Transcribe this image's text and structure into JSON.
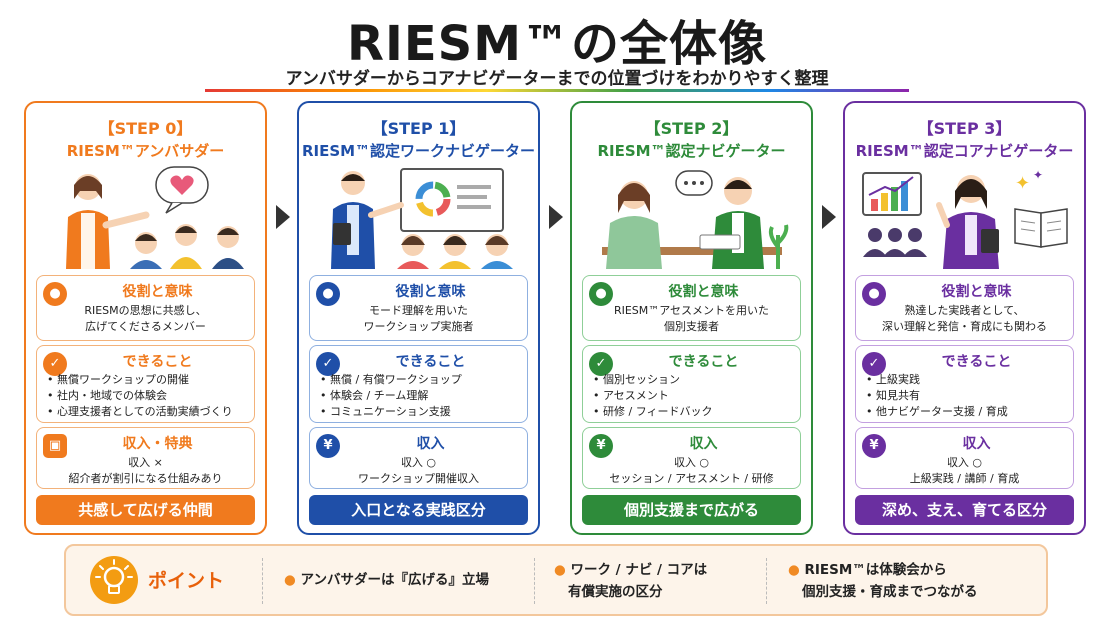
{
  "header": {
    "title": "RIESM™の全体像",
    "subtitle": "アンバサダーからコアナビゲーターまでの位置づけをわかりやすく整理"
  },
  "steps": [
    {
      "color": "#f07a1e",
      "step": "【STEP 0】",
      "role": "RIESM™アンバサダー",
      "role_heading": "役割と意味",
      "role_text": [
        "RIESMの思想に共感し、",
        "広げてくださるメンバー"
      ],
      "can_heading": "できること",
      "can_items": [
        "無償ワークショップの開催",
        "社内・地域での体験会",
        "心理支援者としての活動実績づくり"
      ],
      "income_heading": "収入・特典",
      "income_text": [
        "収入 ×",
        "紹介者が割引になる仕組みあり"
      ],
      "banner": "共感して広げる仲間"
    },
    {
      "color": "#1f4fa8",
      "step": "【STEP 1】",
      "role": "RIESM™認定ワークナビゲーター",
      "role_heading": "役割と意味",
      "role_text": [
        "モード理解を用いた",
        "ワークショップ実施者"
      ],
      "can_heading": "できること",
      "can_items": [
        "無償 / 有償ワークショップ",
        "体験会 / チーム理解",
        "コミュニケーション支援"
      ],
      "income_heading": "収入",
      "income_text": [
        "収入 ○",
        "ワークショップ開催収入"
      ],
      "banner": "入口となる実践区分"
    },
    {
      "color": "#2e8b3a",
      "step": "【STEP 2】",
      "role": "RIESM™認定ナビゲーター",
      "role_heading": "役割と意味",
      "role_text": [
        "RIESM™アセスメントを用いた",
        "個別支援者"
      ],
      "can_heading": "できること",
      "can_items": [
        "個別セッション",
        "アセスメント",
        "研修 / フィードバック"
      ],
      "income_heading": "収入",
      "income_text": [
        "収入 ○",
        "セッション / アセスメント / 研修"
      ],
      "banner": "個別支援まで広がる"
    },
    {
      "color": "#6a2fa0",
      "step": "【STEP 3】",
      "role": "RIESM™認定コアナビゲーター",
      "role_heading": "役割と意味",
      "role_text": [
        "熟達した実践者として、",
        "深い理解と発信・育成にも関わる"
      ],
      "can_heading": "できること",
      "can_items": [
        "上級実践",
        "知見共有",
        "他ナビゲーター支援 / 育成"
      ],
      "income_heading": "収入",
      "income_text": [
        "収入 ○",
        "上級実践 / 講師 / 育成"
      ],
      "banner": "深め、支え、育てる区分"
    }
  ],
  "point": {
    "label": "ポイント",
    "items": [
      [
        "アンバサダーは『広げる』立場"
      ],
      [
        "ワーク / ナビ / コアは",
        "有償実施の区分"
      ],
      [
        "RIESM™は体験会から",
        "個別支援・育成までつながる"
      ]
    ]
  },
  "icons": [
    "heart-speech-icon",
    "person-icon",
    "check-circle-icon",
    "briefcase-icon",
    "yen-icon",
    "arrow-right-icon",
    "lightbulb-icon"
  ]
}
